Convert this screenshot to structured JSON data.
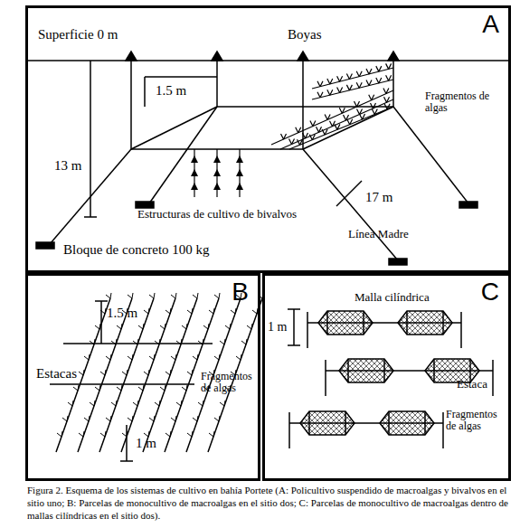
{
  "diagram": {
    "caption": "Figura 2. Esquema de los sistemas de cultivo en bahía Portete (A: Policultivo suspendido de macroalgas y bivalvos en el sitio uno; B: Parcelas de monocultivo de macroalgas en el sitio dos; C: Parcelas de monocultivo de macroalgas dentro de mallas cilíndricas en el sitio dos).",
    "nodes": [
      {
        "text": [
          "A"
        ]
      },
      {
        "text": [
          "B"
        ]
      },
      {
        "text": [
          "C"
        ]
      }
    ],
    "labels": [
      "Superficie 0 m",
      "Boyas",
      "1.5 m",
      "13 m",
      "Fragmentos de algas",
      "17 m",
      "Estructuras de cultivo de bivalvos",
      "Línea Madre",
      "Bloque de concreto 100 kg",
      "1.5 m",
      "Estacas",
      "Fragmentos de algas",
      "1 m",
      "Malla cilíndrica",
      "1 m",
      "Estaca",
      "Fragmentos de algas"
    ]
  }
}
